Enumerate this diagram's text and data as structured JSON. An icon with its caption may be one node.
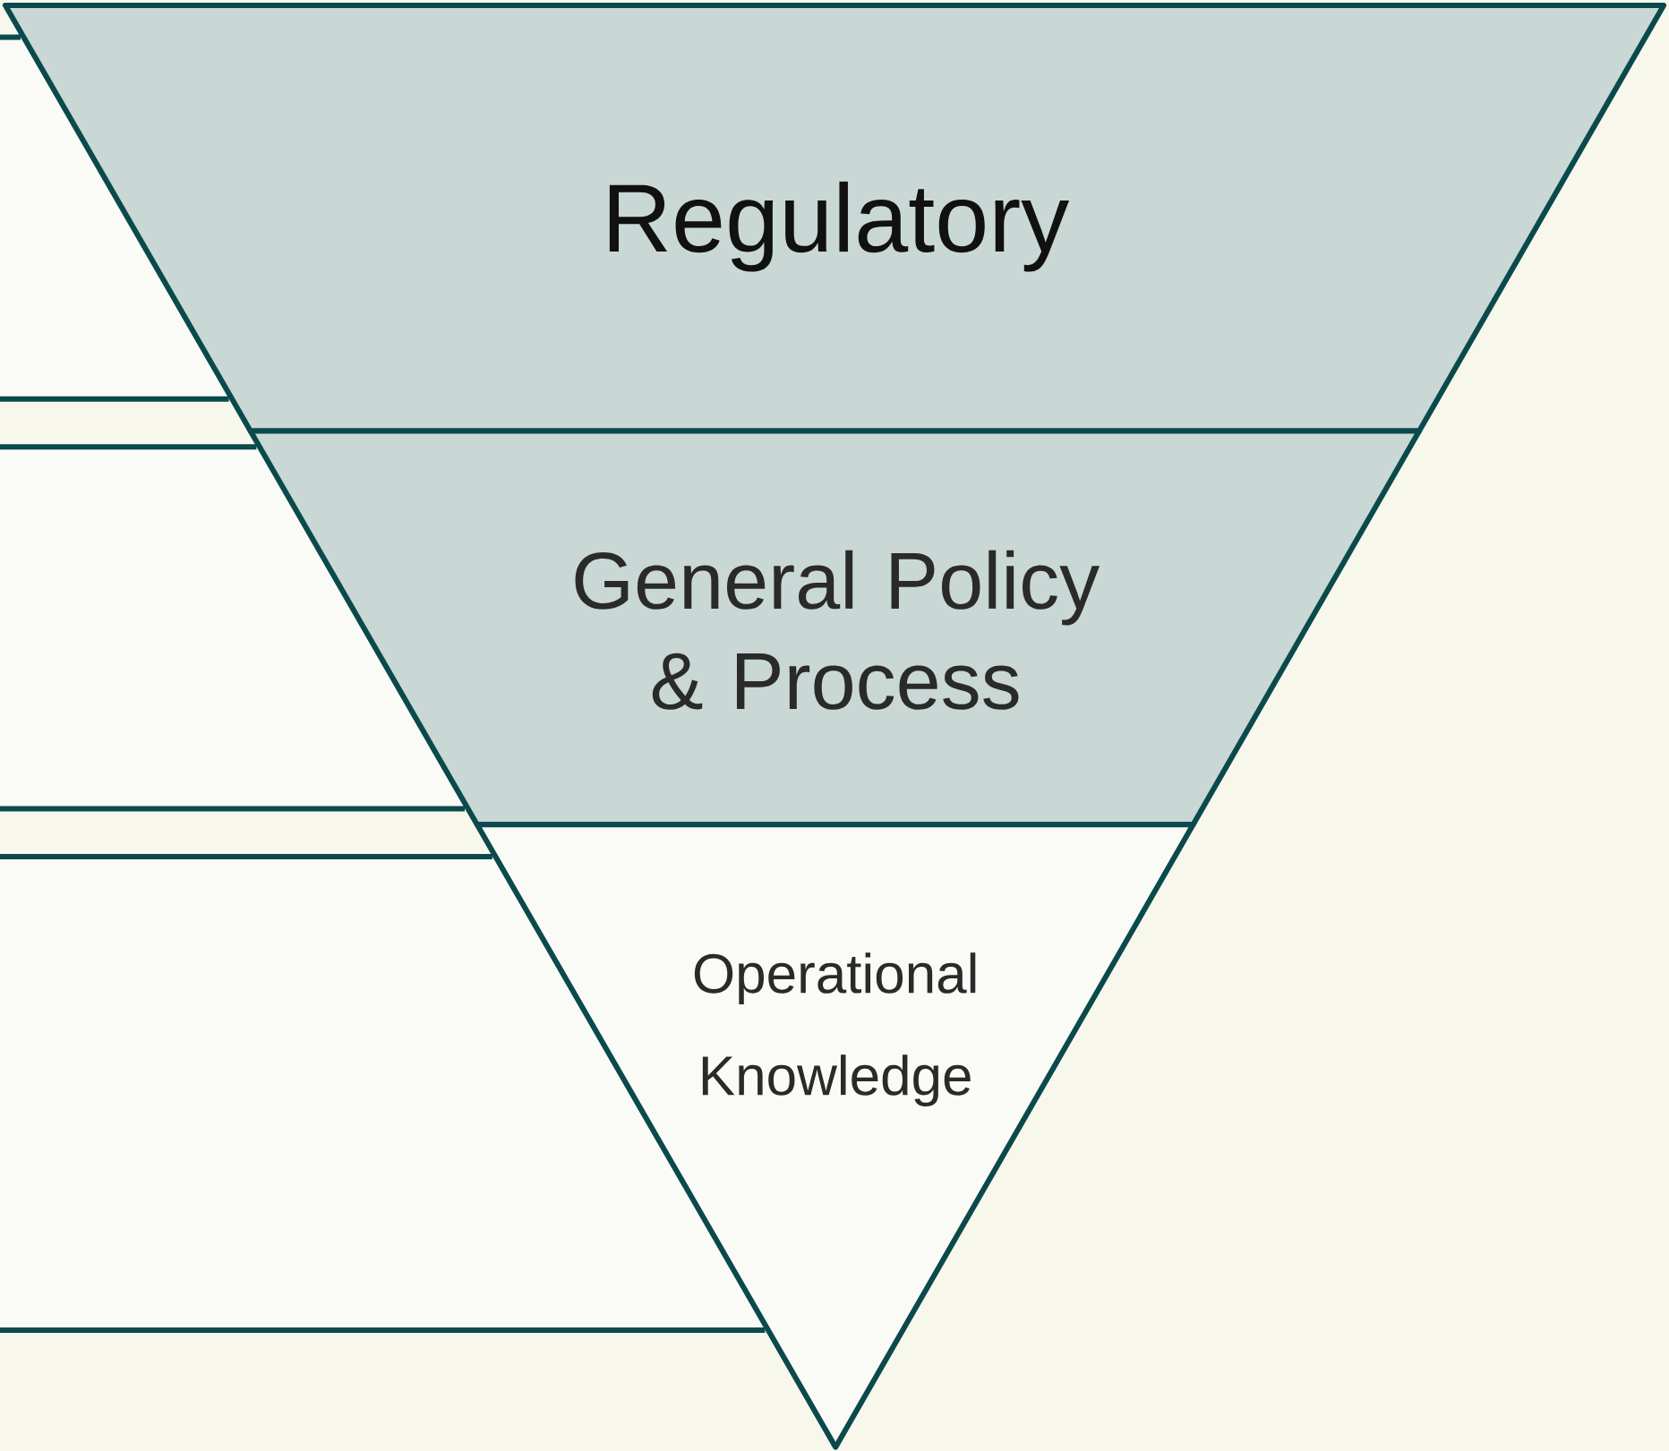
{
  "diagram": {
    "nodes": [
      {
        "text": [
          "Regulatory"
        ]
      },
      {
        "text": [
          "General Policy & Process"
        ]
      },
      {
        "text": [
          "Operational Knowledge"
        ]
      },
      {
        "text": [],
        "shape": "box"
      },
      {
        "text": [],
        "shape": "box"
      },
      {
        "text": [],
        "shape": "box"
      }
    ]
  }
}
